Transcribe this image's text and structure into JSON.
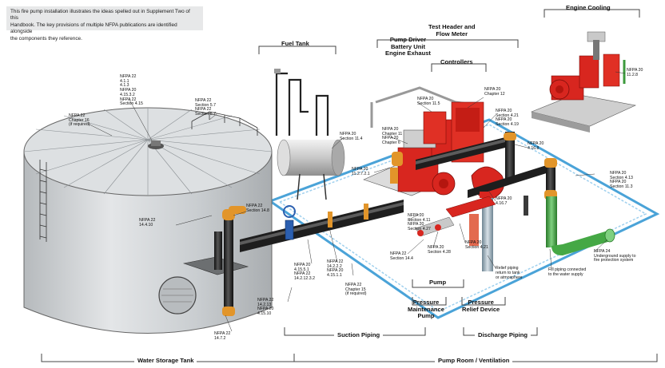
{
  "intro": {
    "lines": [
      "This fire pump installation illustrates the ideas spelled out in Supplement Two of this",
      "Handbook. The key provisions of multiple NFPA publications are identified alongside",
      "the components they reference."
    ]
  },
  "headings": {
    "engine_cooling": "Engine Cooling",
    "test_header": [
      "Test Header and",
      "Flow Meter"
    ],
    "pump_driver": [
      "Pump Driver",
      "Battery Unit",
      "Engine Exhaust"
    ],
    "fuel_tank": "Fuel Tank",
    "controllers": "Controllers",
    "pump": "Pump",
    "pressure_maintenance": [
      "Pressure",
      "Maintenance",
      "Pump"
    ],
    "pressure_relief": [
      "Pressure",
      "Relief Device"
    ],
    "water_storage_tank": "Water Storage Tank",
    "suction_piping": "Suction Piping",
    "discharge_piping": "Discharge Piping",
    "pump_room": "Pump Room / Ventilation"
  },
  "refs": {
    "tank_roof": [
      "NFPA 22",
      "4.1.1",
      "4.1.3",
      "NFPA 20",
      "4.15.3.2",
      "NFPA 22",
      "Section 4.15"
    ],
    "tank_chapter16": [
      "NFPA 22",
      "Chapter 16",
      "(if required)"
    ],
    "tank_section57": [
      "NFPA 22",
      "Section 5.7",
      "NFPA 22",
      "Section 5.7"
    ],
    "tank_1448": [
      "NFPA 22",
      "Section 14.8"
    ],
    "tank_14410": [
      "NFPA 22",
      "14.4.10"
    ],
    "tank_1472": [
      "NFPA 22",
      "14.7.2"
    ],
    "tank_14213": [
      "NFPA 22",
      "14.2.13",
      "NFPA 20",
      "4.15.10"
    ],
    "suction_left": [
      "NFPA 20",
      "4.15.5.1",
      "NFPA 22",
      "14.2.12.3.2"
    ],
    "suction_mid": [
      "NFPA 22",
      "14.2.2.2",
      "NFPA 20",
      "4.15.1.1"
    ],
    "suction_chapter15": [
      "NFPA 22",
      "Chapter 15",
      "(if required)"
    ],
    "fuel_114": [
      "NFPA 20",
      "Section 11.4"
    ],
    "engine_1121": [
      "NFPA 20",
      "11.2.7.2.1"
    ],
    "exhaust_115": [
      "NFPA 20",
      "Section 11.5"
    ],
    "battery_ch11": [
      "NFPA 20",
      "Chapter 11",
      "NFPA 20",
      "Chapter 6"
    ],
    "controllers_ch12": [
      "NFPA 20",
      "Chapter 12"
    ],
    "controllers_421": [
      "NFPA 20",
      "Section 4.21",
      "NFPA 20",
      "Section 4.19"
    ],
    "discharge_4168": [
      "NFPA 20",
      "4.16.8"
    ],
    "discharge_4167": [
      "NFPA 20",
      "4.16.7"
    ],
    "pump_411": [
      "NFPA 20",
      "Section 4.11",
      "NFPA 20",
      "Section 4.27"
    ],
    "pump_4421": [
      "NFPA 20",
      "Section 4.21"
    ],
    "pump_144": [
      "NFPA 22",
      "Section 14.4"
    ],
    "pump_428": [
      "NFPA 20",
      "Section 4.28"
    ],
    "room_413": [
      "NFPA 20",
      "Section 4.13",
      "NFPA 20",
      "Section 11.3"
    ],
    "underground": [
      "NFPA 24",
      "Underground supply to",
      "fire protection system"
    ],
    "cooling_1128": [
      "NFPA 20",
      "11.2.8"
    ]
  },
  "notes": {
    "relief": [
      "Relief piping",
      "return to tank",
      "or atmosphere"
    ],
    "fill": [
      "Fill piping connected",
      "to the water supply"
    ]
  },
  "colors": {
    "pump_red": "#d8261f",
    "pipe_black": "#1f1f1f",
    "tank_gray": "#c7cbce",
    "fill_green": "#3c9a3c",
    "room_blue": "#4aa3d8"
  }
}
